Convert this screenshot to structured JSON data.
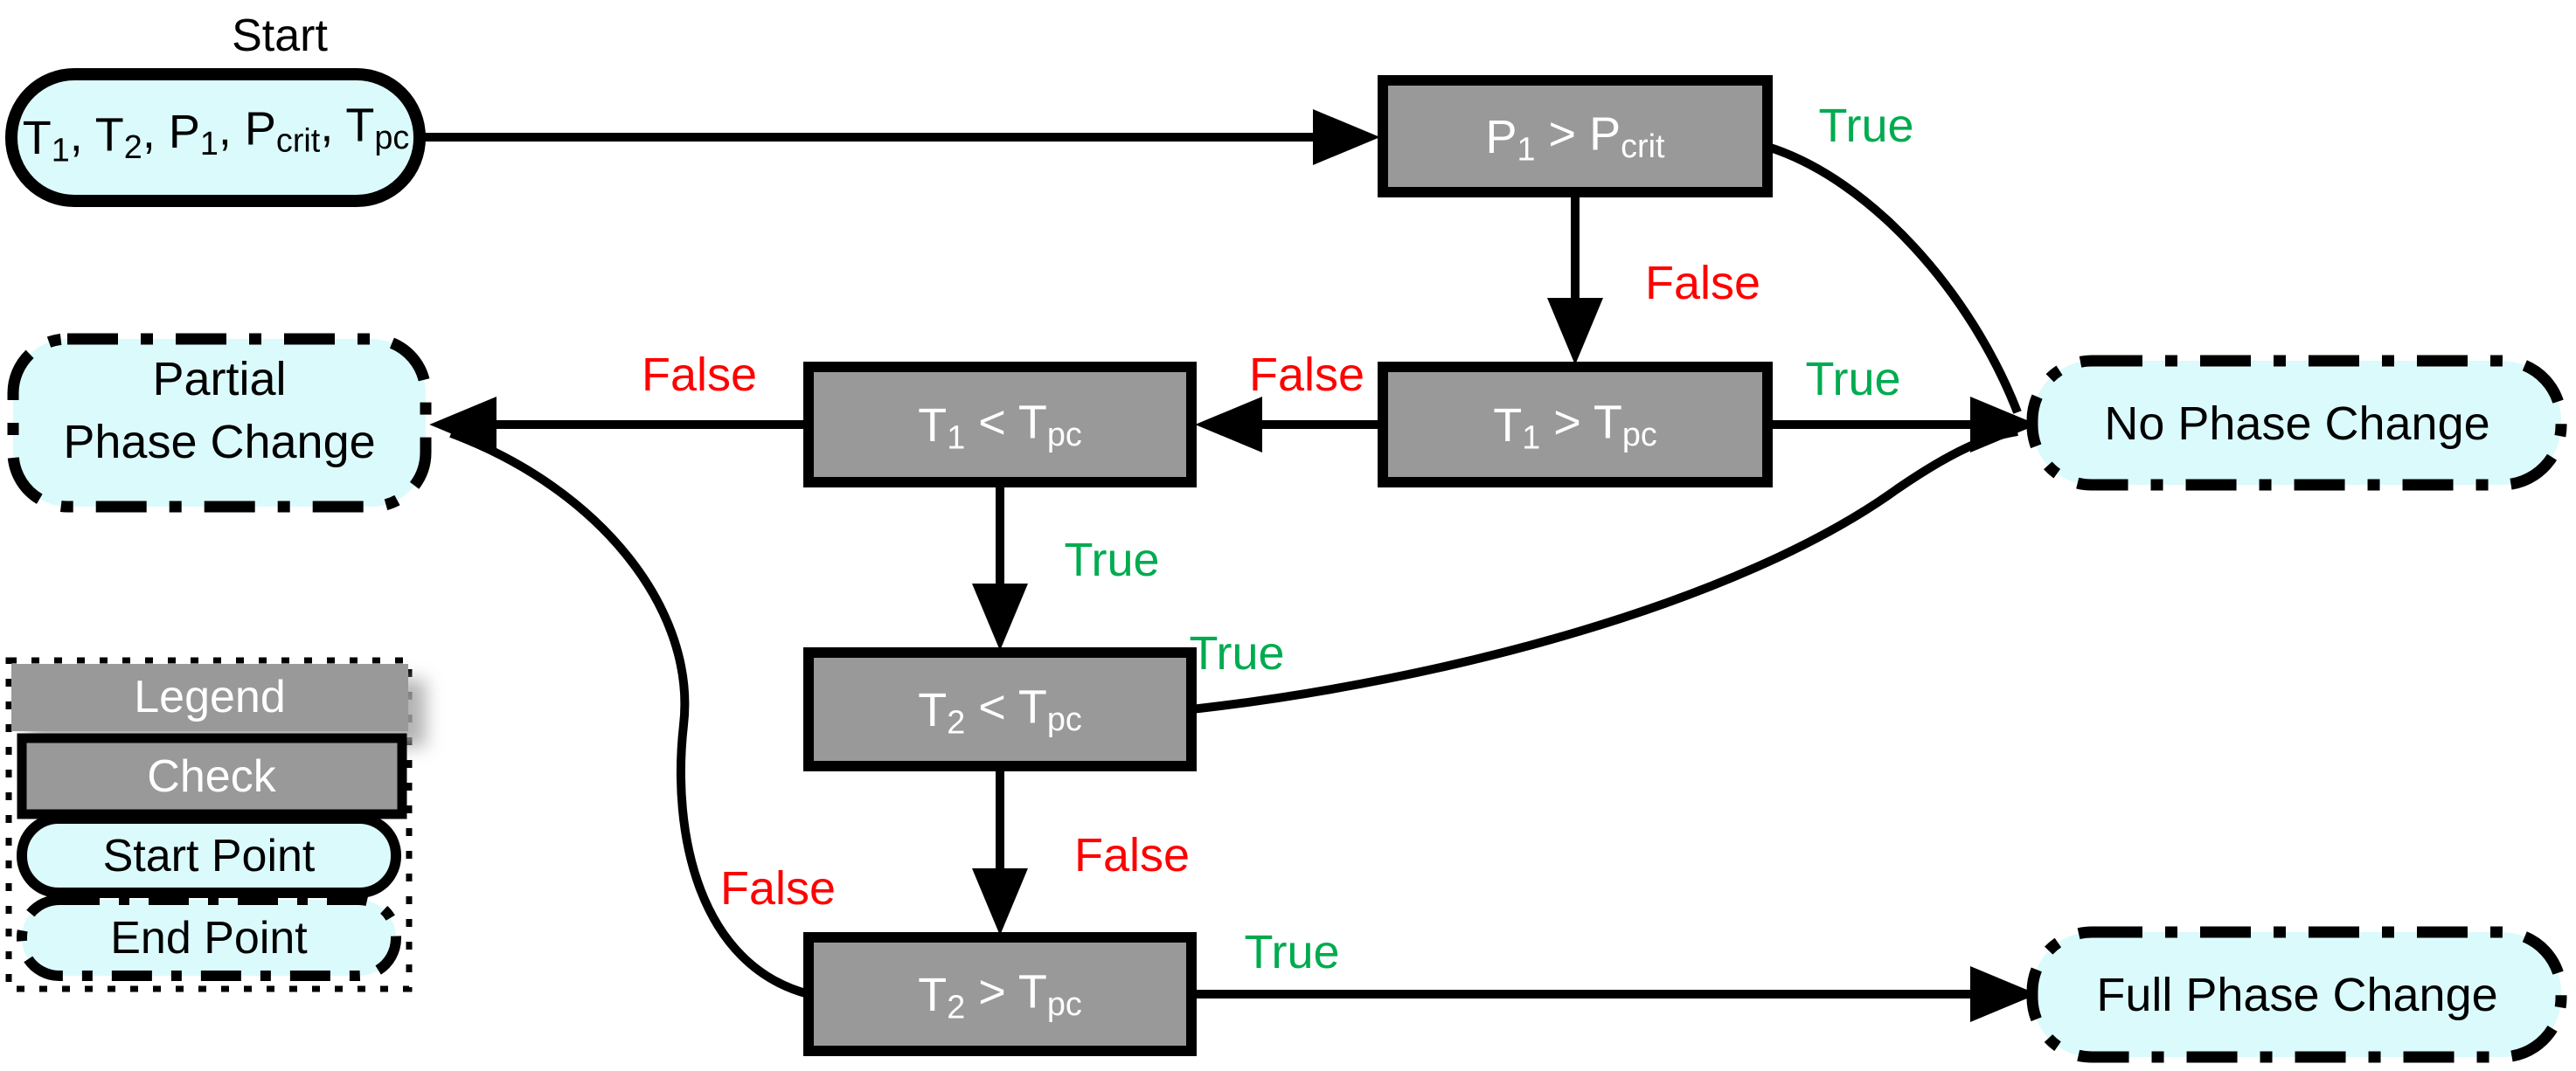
{
  "colors": {
    "true_green": "#00ab50",
    "false_red": "#ff0000",
    "check_gray": "#999999",
    "terminal_cyan": "#dbfafc",
    "line_black": "#000000",
    "check_text_white": "#ffffff",
    "node_text_black": "#000000"
  },
  "start": {
    "caption": "Start",
    "label_parts": [
      {
        "text": "T"
      },
      {
        "text": "1",
        "sub": true
      },
      {
        "text": ", T"
      },
      {
        "text": "2",
        "sub": true
      },
      {
        "text": ", P"
      },
      {
        "text": "1",
        "sub": true
      },
      {
        "text": ", P"
      },
      {
        "text": "crit",
        "sub": true
      },
      {
        "text": ", T"
      },
      {
        "text": "pc",
        "sub": true
      }
    ]
  },
  "checks": [
    {
      "name": "p1-gt-pcrit",
      "label_parts": [
        {
          "text": "P"
        },
        {
          "text": "1",
          "sub": true
        },
        {
          "text": " > P"
        },
        {
          "text": "crit",
          "sub": true
        }
      ]
    },
    {
      "name": "t1-gt-tpc",
      "label_parts": [
        {
          "text": "T"
        },
        {
          "text": "1",
          "sub": true
        },
        {
          "text": " > T"
        },
        {
          "text": "pc",
          "sub": true
        }
      ]
    },
    {
      "name": "t1-lt-tpc",
      "label_parts": [
        {
          "text": "T"
        },
        {
          "text": "1",
          "sub": true
        },
        {
          "text": " < T"
        },
        {
          "text": "pc",
          "sub": true
        }
      ]
    },
    {
      "name": "t2-lt-tpc",
      "label_parts": [
        {
          "text": "T"
        },
        {
          "text": "2",
          "sub": true
        },
        {
          "text": " < T"
        },
        {
          "text": "pc",
          "sub": true
        }
      ]
    },
    {
      "name": "t2-gt-tpc",
      "label_parts": [
        {
          "text": "T"
        },
        {
          "text": "2",
          "sub": true
        },
        {
          "text": " > T"
        },
        {
          "text": "pc",
          "sub": true
        }
      ]
    }
  ],
  "terminals": {
    "no_change": {
      "label": "No Phase Change"
    },
    "partial": {
      "line1": "Partial",
      "line2": "Phase Change"
    },
    "full": {
      "label": "Full Phase Change"
    }
  },
  "edges": [
    {
      "from": "p1-gt-pcrit",
      "to": "no-phase-change",
      "result": "True"
    },
    {
      "from": "p1-gt-pcrit",
      "to": "t1-gt-tpc",
      "result": "False"
    },
    {
      "from": "t1-gt-tpc",
      "to": "no-phase-change",
      "result": "True"
    },
    {
      "from": "t1-gt-tpc",
      "to": "t1-lt-tpc",
      "result": "False"
    },
    {
      "from": "t1-lt-tpc",
      "to": "partial-phase-change",
      "result": "False"
    },
    {
      "from": "t1-lt-tpc",
      "to": "t2-lt-tpc",
      "result": "True"
    },
    {
      "from": "t2-lt-tpc",
      "to": "no-phase-change",
      "result": "True"
    },
    {
      "from": "t2-lt-tpc",
      "to": "t2-gt-tpc",
      "result": "False"
    },
    {
      "from": "t2-gt-tpc",
      "to": "partial-phase-change",
      "result": "False"
    },
    {
      "from": "t2-gt-tpc",
      "to": "full-phase-change",
      "result": "True"
    }
  ],
  "legend": {
    "title": "Legend",
    "check_label": "Check",
    "start_label": "Start Point",
    "end_label": "End Point"
  }
}
